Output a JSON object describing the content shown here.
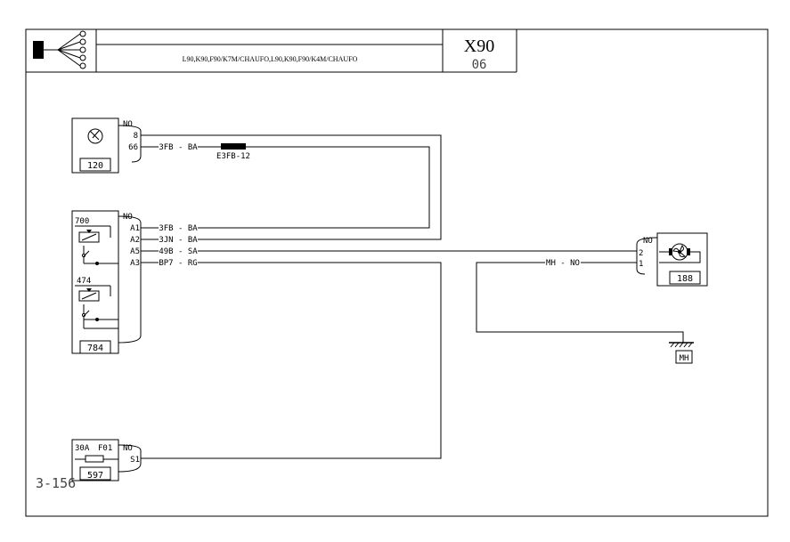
{
  "header": {
    "title": "L90,K90,F90/K7M/CHAUFO,L90,K90,F90/K4M/CHAUFO",
    "code": "X90",
    "sheet": "06",
    "logo_icon": "wiring-connector-icon"
  },
  "page_ref": "3-156",
  "components": {
    "c120": {
      "number": "120",
      "connector": "NO",
      "pins": [
        "8",
        "66"
      ],
      "icon": "pressure-sensor-icon"
    },
    "c784": {
      "number": "784",
      "connector": "NO",
      "pins": [
        "A1",
        "A2",
        "A5",
        "A3"
      ],
      "relay_top": "700",
      "relay_bottom": "474"
    },
    "c188": {
      "number": "188",
      "connector": "NO",
      "pins": [
        "2",
        "1"
      ],
      "icon": "fan-motor-icon"
    },
    "c597": {
      "number": "597",
      "connector": "NO",
      "pins": [
        "S1"
      ],
      "fuse_rating": "30A",
      "fuse_id": "F01"
    },
    "ground": {
      "label": "MH",
      "icon": "ground-icon"
    }
  },
  "wires": [
    {
      "label": "3FB - BA"
    },
    {
      "label": "3FB - BA"
    },
    {
      "label": "3JN - BA"
    },
    {
      "label": "49B - SA"
    },
    {
      "label": "BP7 - RG"
    },
    {
      "label": "MH - NO"
    }
  ],
  "splice": {
    "label": "E3FB-12"
  }
}
